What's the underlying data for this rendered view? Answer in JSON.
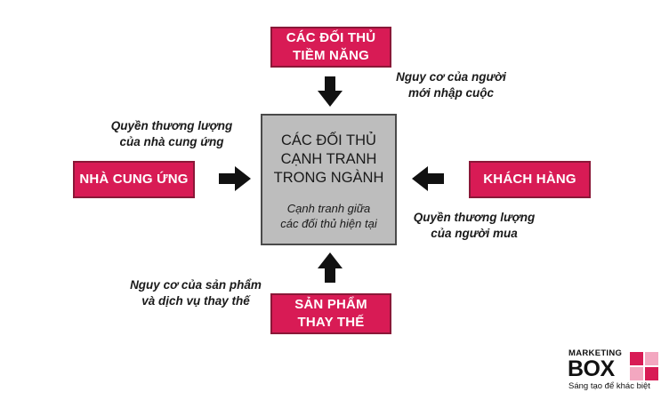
{
  "boxes": {
    "top": {
      "line1": "CÁC ĐỐI THỦ",
      "line2": "TIỀM NĂNG"
    },
    "left": {
      "label": "NHÀ CUNG ỨNG"
    },
    "right": {
      "label": "KHÁCH HÀNG"
    },
    "bottom": {
      "line1": "SẢN PHẨM",
      "line2": "THAY THẾ"
    }
  },
  "center": {
    "title_lines": [
      "CÁC ĐỐI THỦ",
      "CẠNH TRANH",
      "TRONG NGÀNH"
    ],
    "subtitle_lines": [
      "Cạnh tranh giữa",
      "các đối thủ hiện tại"
    ]
  },
  "captions": {
    "top": [
      "Nguy cơ của người",
      "mới nhập cuộc"
    ],
    "left": [
      "Quyền thương lượng",
      "của nhà cung ứng"
    ],
    "right": [
      "Quyền thương lượng",
      "của người mua"
    ],
    "bottom": [
      "Nguy cơ của sản phẩm",
      "và dịch vụ thay thế"
    ]
  },
  "logo": {
    "top": "MARKETING",
    "main": "BOX",
    "tagline": "Sáng tạo để khác biệt"
  },
  "colors": {
    "box_fill": "#d81b55",
    "box_border": "#8a1838",
    "center_fill": "#bdbdbd",
    "arrow": "#111111"
  }
}
